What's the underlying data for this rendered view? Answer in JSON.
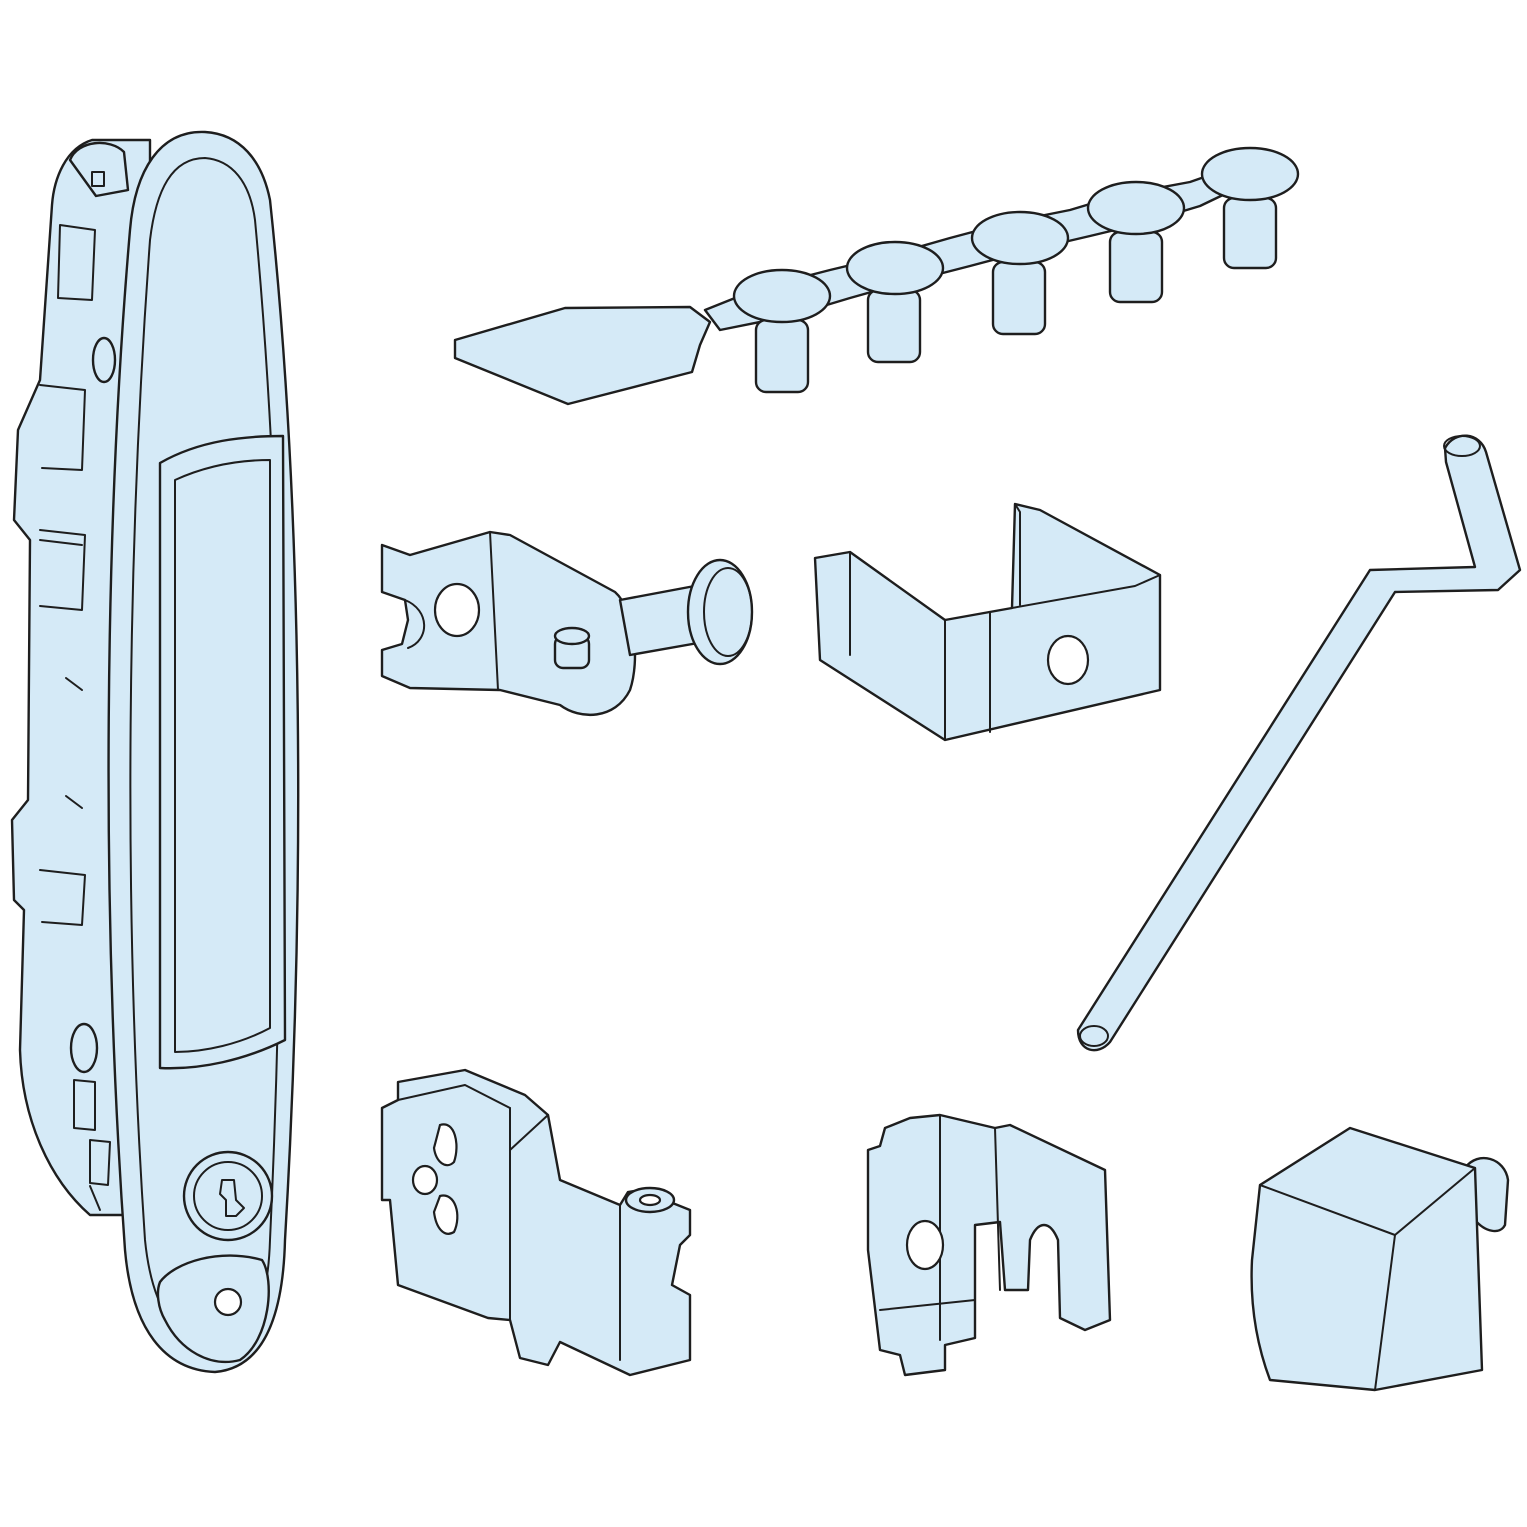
{
  "diagram": {
    "fill": "#d5eaf7",
    "stroke": "#1e1e1e",
    "background": "#ffffff",
    "parts": [
      {
        "name": "door-handle-with-key-lock",
        "icon": "handle-icon"
      },
      {
        "name": "blanking-plug-strip",
        "icon": "plug-strip-icon"
      },
      {
        "name": "angle-bracket-with-pin",
        "icon": "bracket-pin-icon"
      },
      {
        "name": "u-bracket",
        "icon": "u-bracket-icon"
      },
      {
        "name": "operating-rod",
        "icon": "rod-icon"
      },
      {
        "name": "latch-bracket-left",
        "icon": "latch-icon"
      },
      {
        "name": "latch-bracket-right",
        "icon": "latch-icon"
      },
      {
        "name": "end-cap-block",
        "icon": "cube-icon"
      }
    ]
  }
}
